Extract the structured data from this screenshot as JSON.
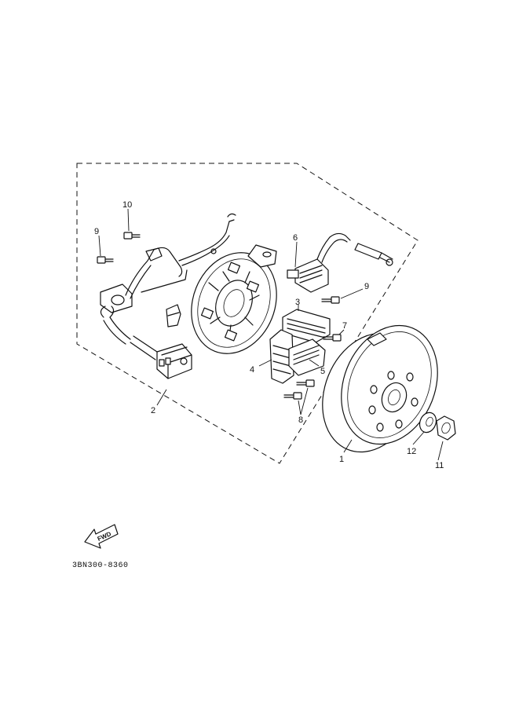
{
  "labels": {
    "p1": "1",
    "p2": "2",
    "p3": "3",
    "p4": "4",
    "p5": "5",
    "p6": "6",
    "p7": "7",
    "p8": "8",
    "p9a": "9",
    "p9b": "9",
    "p10": "10",
    "p11": "11",
    "p12": "12"
  },
  "fwd_arrow_text": "FWD",
  "diagram_code": "3BN300-8360"
}
